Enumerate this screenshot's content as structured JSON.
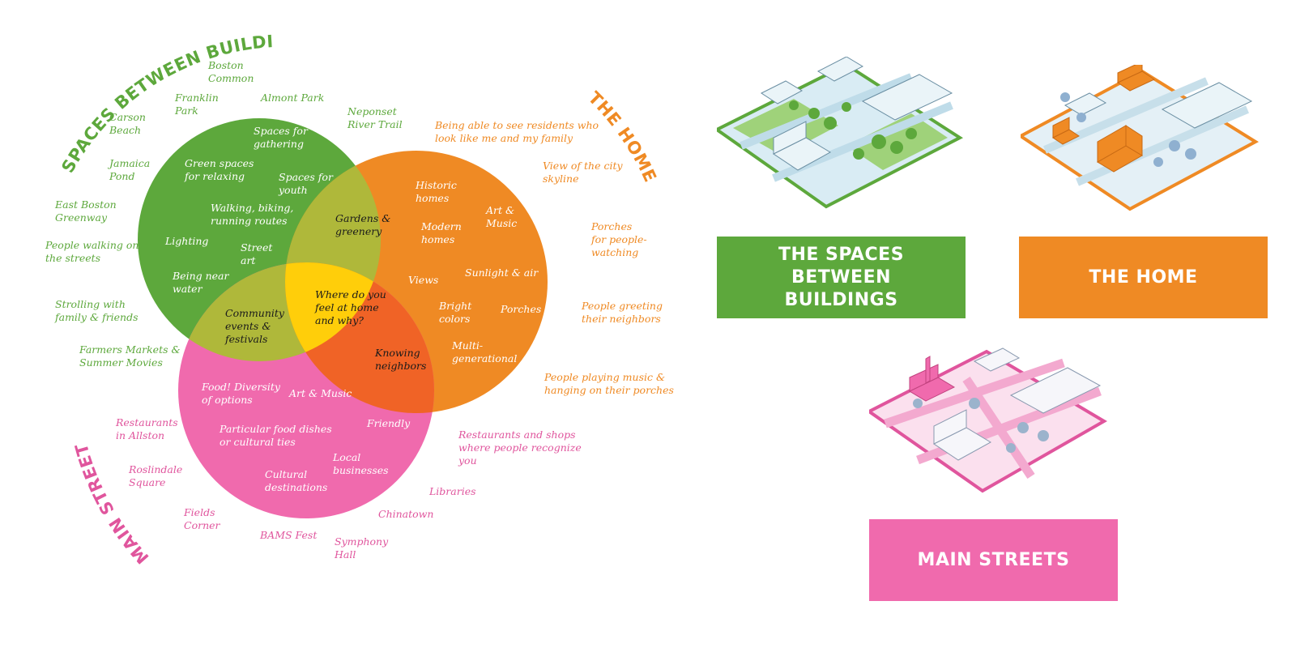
{
  "arc_titles": {
    "spaces": "SPACES BETWEEN BUILDINGS",
    "home": "THE HOME",
    "main": "MAIN STREETS"
  },
  "colors": {
    "green": "#5da83c",
    "orange": "#ef8a24",
    "pink": "#f06aad",
    "olive": "#afb83a",
    "red_orange": "#f06326",
    "yellow": "#ffce0a"
  },
  "venn": {
    "green_inside": {
      "spaces_gathering": "Spaces for\ngathering",
      "green_spaces": "Green spaces\nfor relaxing",
      "spaces_youth": "Spaces for\nyouth",
      "walking": "Walking, biking,\nrunning routes",
      "lighting": "Lighting",
      "street_art": "Street\nart",
      "near_water": "Being near\nwater"
    },
    "orange_inside": {
      "historic": "Historic\nhomes",
      "modern": "Modern\nhomes",
      "art_music": "Art &\nMusic",
      "views": "Views",
      "sunlight": "Sunlight & air",
      "bright": "Bright\ncolors",
      "porches": "Porches",
      "multigen": "Multi-\ngenerational"
    },
    "pink_inside": {
      "food": "Food! Diversity\nof options",
      "art_music": "Art & Music",
      "particular": "Particular food dishes\nor cultural ties",
      "friendly": "Friendly",
      "local": "Local\nbusinesses",
      "cultural": "Cultural\ndestinations"
    },
    "overlaps": {
      "gardens": "Gardens &\ngreenery",
      "community": "Community\nevents &\nfestivals",
      "knowing": "Knowing\nneighbors",
      "center": "Where do you\nfeel at home\nand why?"
    }
  },
  "outer": {
    "green": {
      "boston_common": "Boston\nCommon",
      "franklin": "Franklin\nPark",
      "almont": "Almont Park",
      "neponset": "Neponset\nRiver Trail",
      "carson": "Carson\nBeach",
      "jamaica": "Jamaica\nPond",
      "east_boston": "East Boston\nGreenway",
      "people_walking": "People walking on\nthe streets",
      "strolling": "Strolling with\nfamily & friends",
      "farmers": "Farmers Markets &\nSummer Movies"
    },
    "orange": {
      "residents": "Being able to see residents who\nlook like me and my family",
      "skyline": "View of the city\nskyline",
      "porches": "Porches\nfor people-\nwatching",
      "greeting": "People greeting\ntheir neighbors",
      "music": "People playing music &\nhanging on their porches"
    },
    "pink": {
      "allston": "Restaurants\nin Allston",
      "roslindale": "Roslindale\nSquare",
      "fields": "Fields\nCorner",
      "bams": "BAMS Fest",
      "symphony": "Symphony\nHall",
      "chinatown": "Chinatown",
      "libraries": "Libraries",
      "recognize": "Restaurants and shops\nwhere people recognize\nyou"
    }
  },
  "banners": {
    "spaces": "THE SPACES\nBETWEEN\nBUILDINGS",
    "home": "THE HOME",
    "main": "MAIN STREETS"
  }
}
